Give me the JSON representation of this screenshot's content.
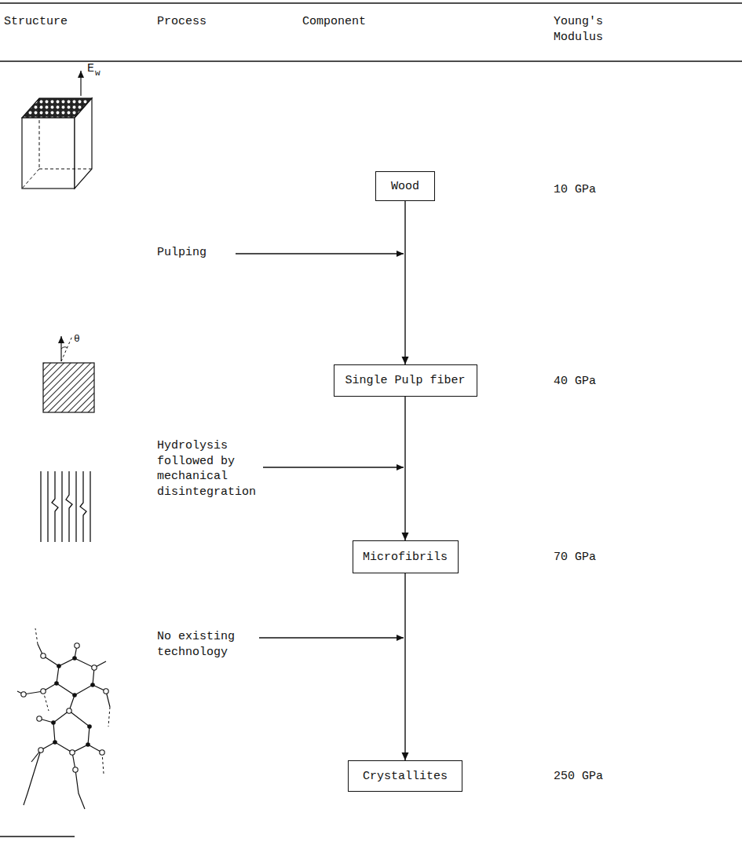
{
  "diagram": {
    "nodes": [
      {
        "text": [
          "Wood"
        ]
      },
      {
        "text": [
          "Single Pulp fiber"
        ]
      },
      {
        "text": [
          "Microfibrils"
        ]
      },
      {
        "text": [
          "Crystallites"
        ]
      }
    ],
    "edges": [
      {
        "from": 0,
        "to": 1,
        "arrow": "to"
      },
      {
        "from": 1,
        "to": 2,
        "arrow": "to"
      },
      {
        "from": 2,
        "to": 3,
        "arrow": "to"
      }
    ],
    "labels": [
      "Structure",
      "Process",
      "Component",
      "Young's Modulus",
      "E",
      "w",
      "θ",
      "Pulping",
      "10 GPa",
      "Hydrolysis followed by mechanical disintegration",
      "40 GPa",
      "70 GPa",
      "No existing technology",
      "250 GPa"
    ]
  }
}
